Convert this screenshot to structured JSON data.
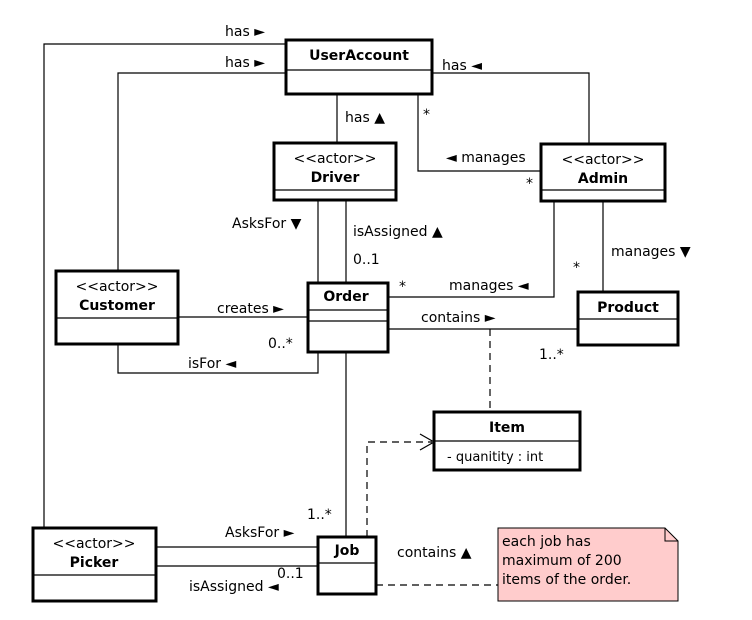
{
  "classes": {
    "useraccount": {
      "name": "UserAccount"
    },
    "driver": {
      "stereotype": "<<actor>>",
      "name": "Driver"
    },
    "admin": {
      "stereotype": "<<actor>>",
      "name": "Admin"
    },
    "customer": {
      "stereotype": "<<actor>>",
      "name": "Customer"
    },
    "order": {
      "name": "Order"
    },
    "product": {
      "name": "Product"
    },
    "item": {
      "name": "Item",
      "attribute": "- quanitity : int"
    },
    "picker": {
      "stereotype": "<<actor>>",
      "name": "Picker"
    },
    "job": {
      "name": "Job"
    }
  },
  "associations": {
    "picker_has": "has ►",
    "customer_has": "has ►",
    "admin_has": "has ◄",
    "driver_has": "has ▲",
    "admin_manages_driver": "◄ manages",
    "admin_manages_product": "manages ▼",
    "admin_manages_order": "manages ◄",
    "driver_asksfor": "AsksFor ▼",
    "driver_isassigned": "isAssigned ▲",
    "customer_creates": "creates ►",
    "customer_isfor": "isFor ◄",
    "order_contains": "contains ►",
    "job_contains": "contains ▲",
    "picker_asksfor": "AsksFor ►",
    "picker_isassigned": "isAssigned ◄"
  },
  "multiplicities": {
    "useraccount_admin": "*",
    "admin_driver": "*",
    "admin_product": "*",
    "order_admin": "*",
    "driver_order": "0..1",
    "customer_order": "0..*",
    "product_order": "1..*",
    "order_job": "1..*",
    "picker_job": "0..1"
  },
  "note": {
    "lines": [
      "each job has",
      "maximum of 200",
      "items of the order."
    ],
    "color": "#ffcccc"
  }
}
